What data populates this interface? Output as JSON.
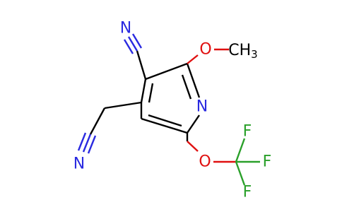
{
  "molecule": {
    "atom_labels": {
      "n_top": "N",
      "o_methoxy": "O",
      "ch3": "CH",
      "ch3_subscript": "3",
      "n_ring": "N",
      "n_left": "N",
      "o_trifluoro": "O",
      "f_top": "F",
      "f_right": "F",
      "f_bottom": "F"
    },
    "colors": {
      "carbon": "#000000",
      "nitrogen": "#2a2ae0",
      "oxygen": "#e01010",
      "fluorine": "#2aa02a"
    }
  }
}
